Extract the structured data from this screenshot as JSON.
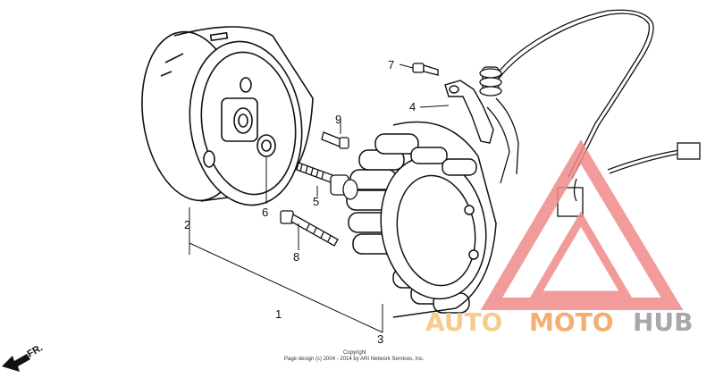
{
  "callouts": {
    "p1": "1",
    "p2": "2",
    "p3": "3",
    "p4": "4",
    "p5": "5",
    "p6": "6",
    "p7": "7",
    "p8": "8",
    "p9": "9"
  },
  "direction_label": "FR.",
  "copyright": {
    "line1": "Copyright",
    "line2": "Page design (c) 2004 - 2014 by ARI Network Services, Inc."
  },
  "watermark": {
    "part1": "AUTO",
    "part2": "MOTO",
    "part3": "HUB",
    "colors": {
      "auto": "#f5c27a",
      "moto": "#f2a05a",
      "hub": "#9a9a9a",
      "triangle": "#f08a8a"
    }
  }
}
